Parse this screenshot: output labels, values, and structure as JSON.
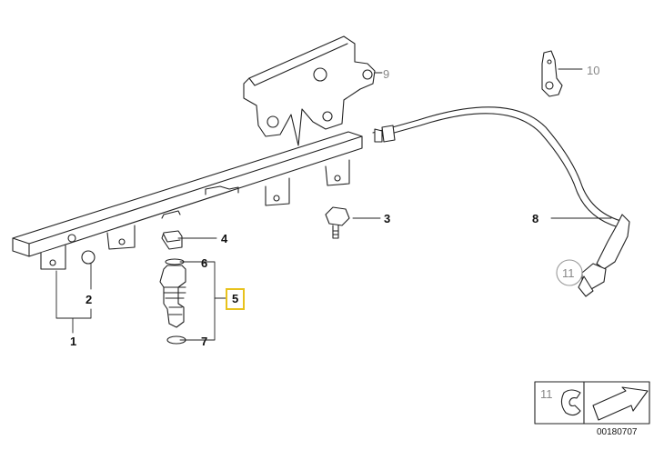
{
  "callouts": {
    "c1": "1",
    "c2": "2",
    "c3": "3",
    "c4": "4",
    "c5": "5",
    "c6": "6",
    "c7": "7",
    "c8": "8",
    "c9": "9",
    "c10": "10",
    "c11": "11",
    "legend_c11": "11"
  },
  "diagram_code": "00180707",
  "colors": {
    "highlight": "#e8c21c",
    "line": "#222222",
    "faded": "#999999"
  }
}
